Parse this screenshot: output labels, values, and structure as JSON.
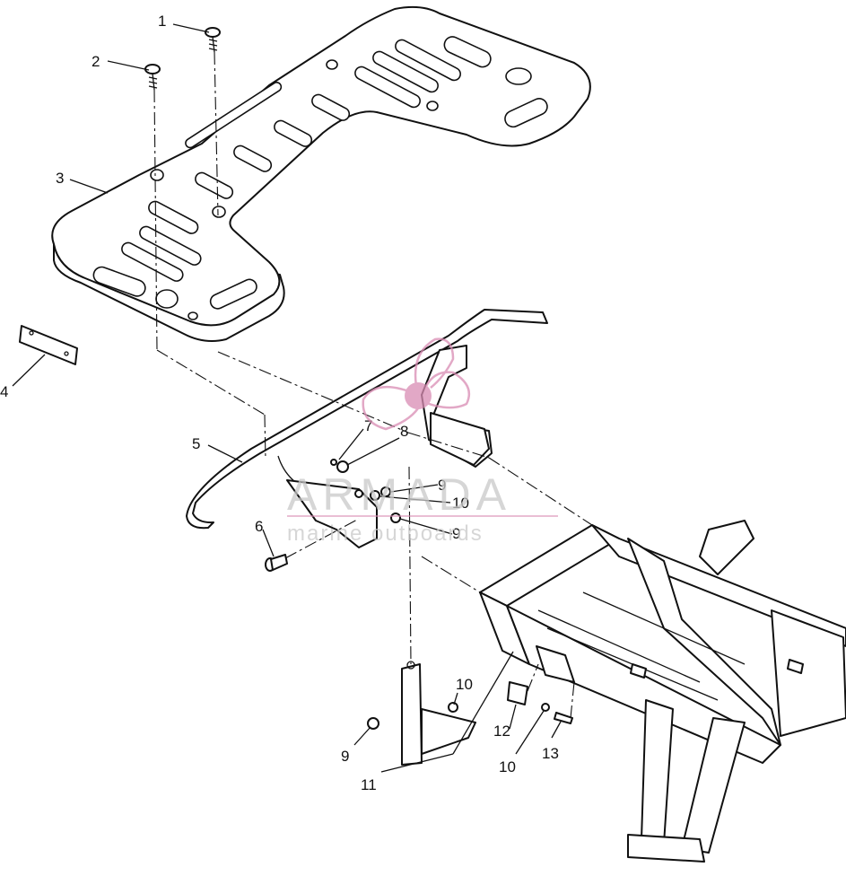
{
  "diagram": {
    "callouts": [
      "1",
      "2",
      "3",
      "4",
      "5",
      "6",
      "7",
      "8",
      "9",
      "10",
      "9",
      "10",
      "9",
      "11",
      "12",
      "10",
      "13"
    ],
    "parts": {
      "rack": "3",
      "reflector": "4",
      "rail": "5",
      "frame": "frame"
    }
  },
  "watermark": {
    "brand": "ARMADA",
    "tagline": "marine outboards",
    "logo_color": "#d98cb3",
    "text_color": "#c9c9c9"
  }
}
